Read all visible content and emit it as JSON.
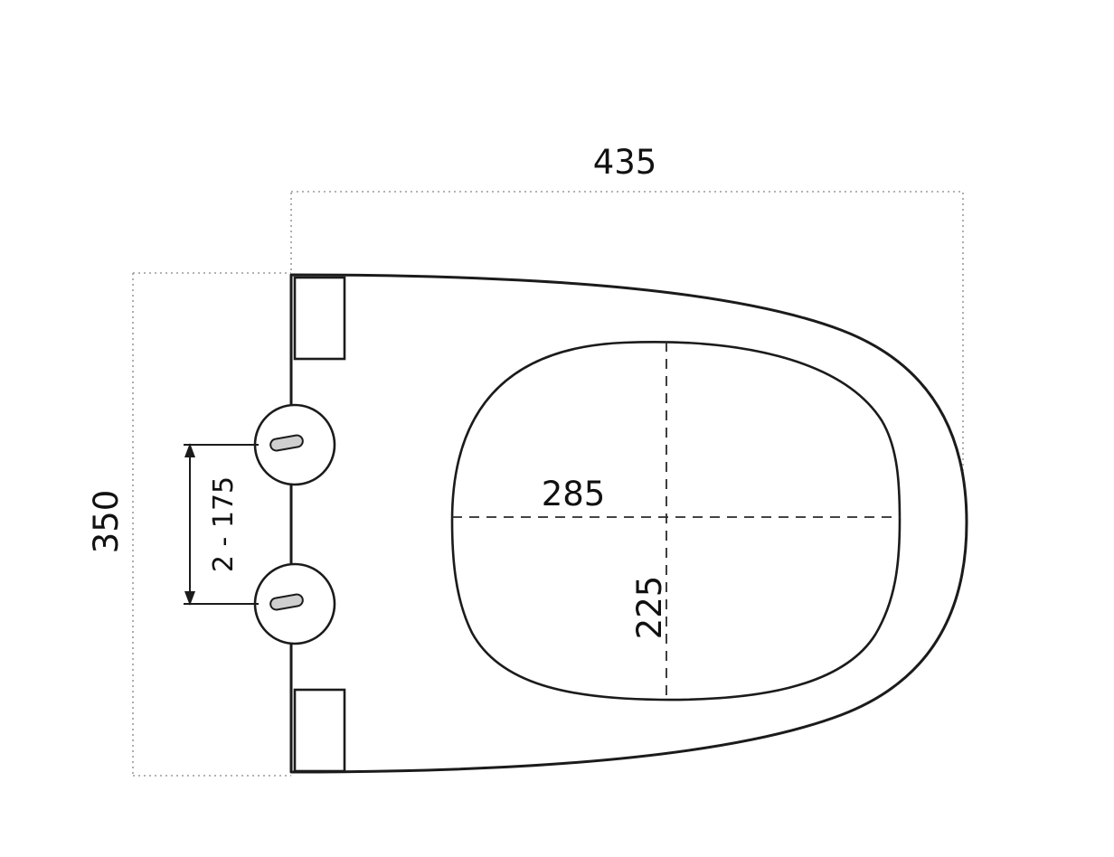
{
  "drawing": {
    "labels": {
      "overall_width": "435",
      "overall_depth": "350",
      "inner_width": "285",
      "inner_depth": "225",
      "hinge_range": "2 - 175"
    },
    "colors": {
      "line": "#1b1b1b",
      "guide": "#9a9a9a",
      "centerline": "#2a2a2a",
      "background": "#ffffff"
    }
  }
}
